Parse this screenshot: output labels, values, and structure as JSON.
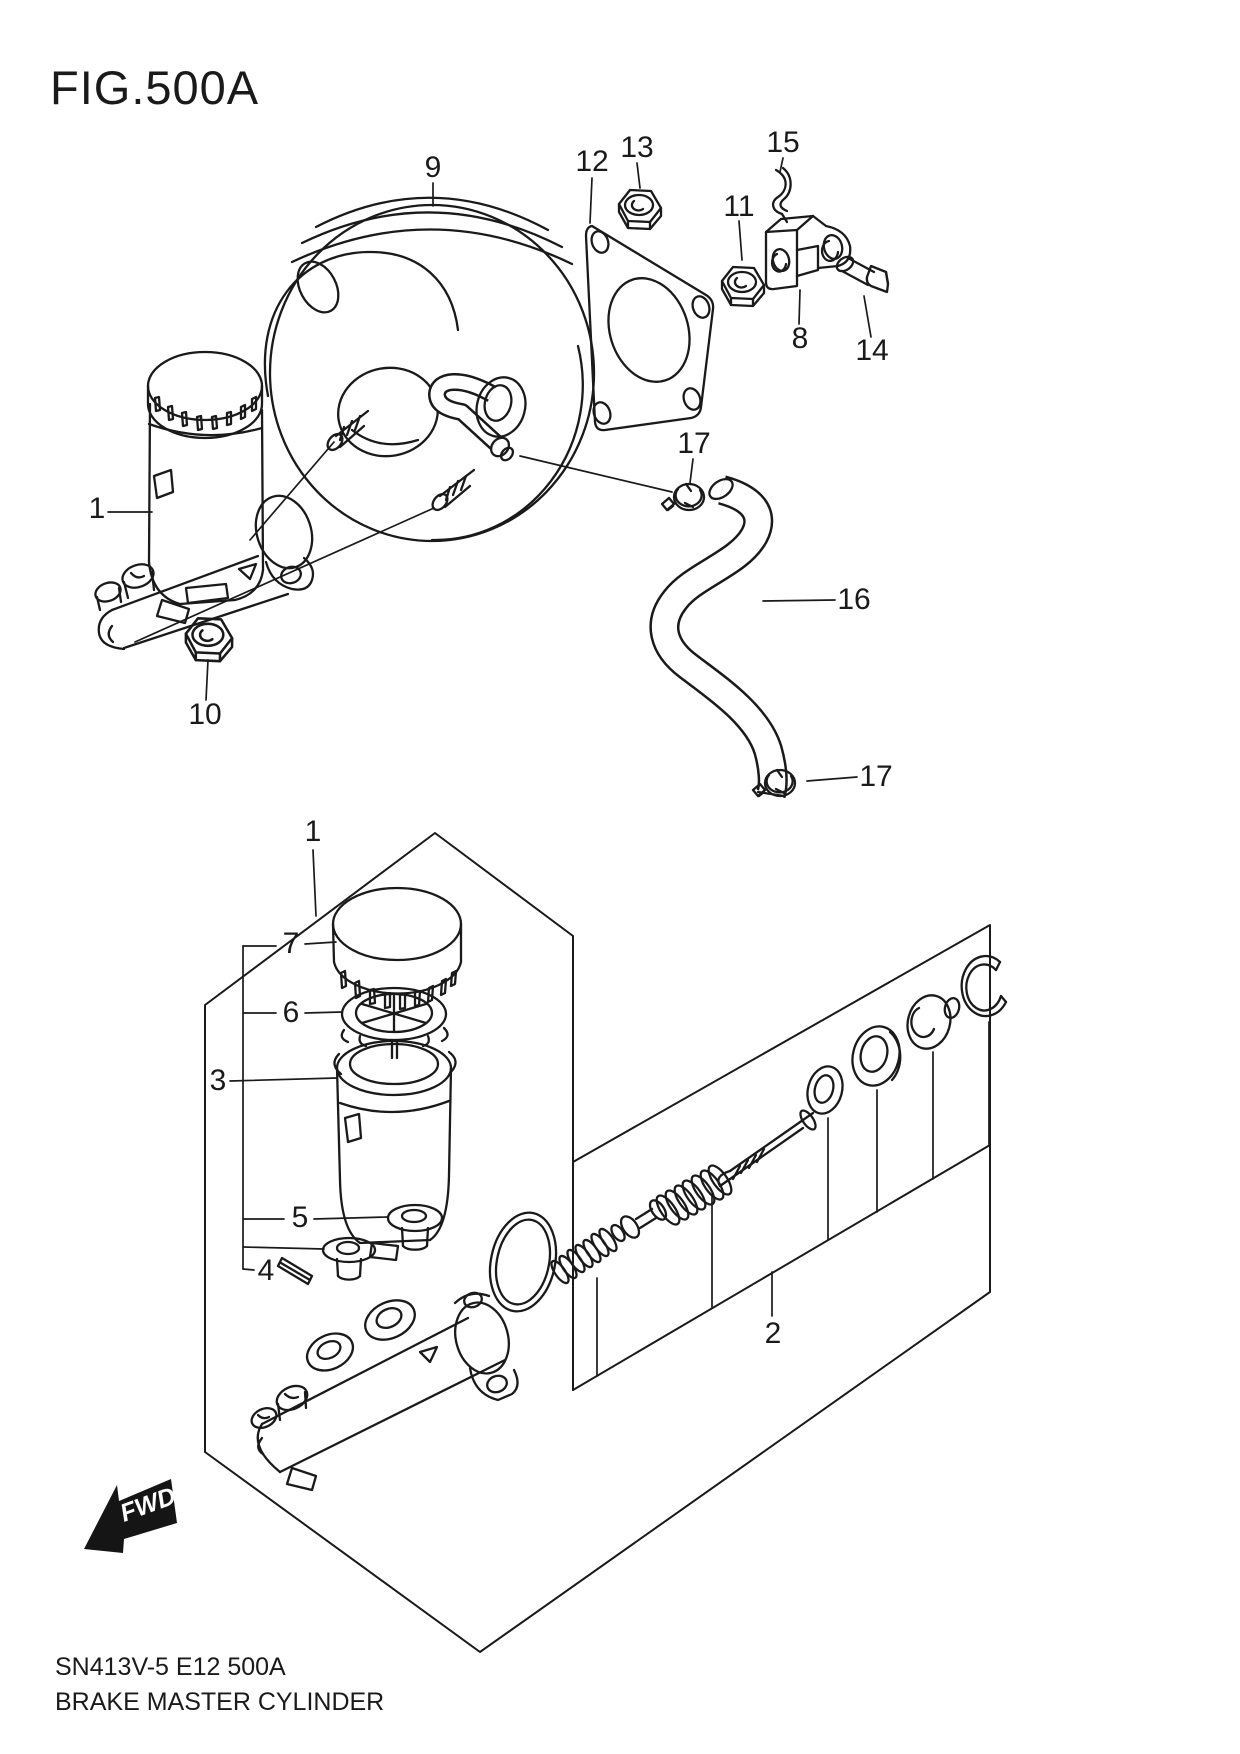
{
  "figure": {
    "title": "FIG.500A"
  },
  "footer": {
    "code_line": "SN413V-5 E12 500A",
    "caption": "BRAKE MASTER CYLINDER"
  },
  "orientation_label": "FWD",
  "colors": {
    "line": "#1a1a1a",
    "background": "#ffffff"
  },
  "callouts": {
    "upper": [
      "9",
      "12",
      "13",
      "15",
      "11",
      "8",
      "14",
      "17",
      "16",
      "10",
      "17",
      "1"
    ],
    "lower": [
      "1",
      "7",
      "6",
      "3",
      "5",
      "4",
      "2"
    ]
  }
}
